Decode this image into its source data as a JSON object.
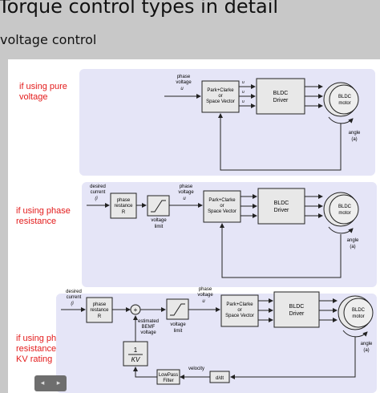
{
  "header": {
    "title": "Torque control types in detail",
    "subtitle": "voltage control"
  },
  "sections": [
    {
      "label_lines": [
        "if using pure",
        "voltage"
      ],
      "phase_voltage": [
        "phase",
        "voltage",
        "u"
      ],
      "transform": [
        "Park+Clarke",
        "or",
        "Space Vector"
      ],
      "driver": [
        "BLDC",
        "Driver"
      ],
      "motor": [
        "BLDC",
        "motor"
      ],
      "angle": [
        "angle",
        "(a)"
      ]
    },
    {
      "label_lines": [
        "if using phase",
        "resistance"
      ],
      "desired_current": [
        "desired",
        "current",
        "(i"
      ],
      "phase_resistance": [
        "phase",
        "restance",
        "R"
      ],
      "voltage_limit": [
        "voltage",
        "limit"
      ],
      "phase_voltage": [
        "phase",
        "voltage",
        "u"
      ],
      "transform": [
        "Park+Clarke",
        "or",
        "Space Vector"
      ],
      "driver": [
        "BLDC",
        "Driver"
      ],
      "motor": [
        "BLDC",
        "motor"
      ],
      "angle": [
        "angle",
        "(a)"
      ]
    },
    {
      "label_lines": [
        "if using phase",
        "resistance and",
        "KV rating"
      ],
      "desired_current": [
        "desired",
        "current",
        "(i"
      ],
      "phase_resistance": [
        "phase",
        "restance",
        "R"
      ],
      "estimated_bemf": [
        "estimated",
        "BEMF",
        "voltage"
      ],
      "voltage_limit": [
        "voltage",
        "limit"
      ],
      "phase_voltage": [
        "phase",
        "voltage",
        "u"
      ],
      "transform": [
        "Park+Clarke",
        "or",
        "Space Vector"
      ],
      "driver": [
        "BLDC",
        "Driver"
      ],
      "motor": [
        "BLDC",
        "motor"
      ],
      "angle": [
        "angle",
        "(a)"
      ],
      "kv_block": [
        "1",
        "KV"
      ],
      "velocity": "velocity",
      "lowpass": [
        "LowPass",
        "Filter"
      ],
      "ddt": "d/dt"
    }
  ],
  "colors": {
    "panel": "#e5e5f7",
    "label_red": "#e31b1b",
    "block_fill": "#e8e8e8"
  },
  "icons": [
    "arrow-left-icon",
    "arrow-right-icon"
  ]
}
